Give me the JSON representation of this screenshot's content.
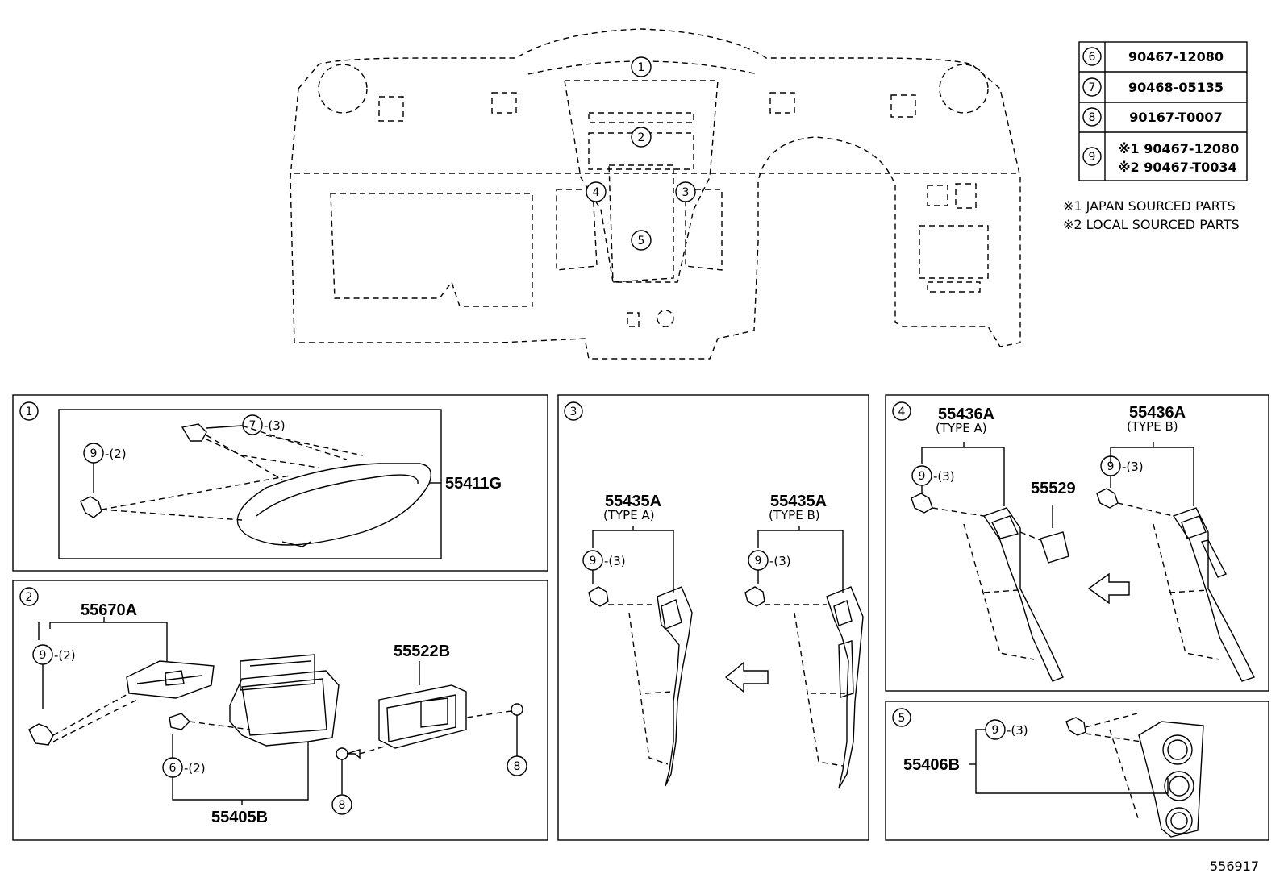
{
  "callouts": {
    "c1": "1",
    "c2": "2",
    "c3": "3",
    "c4": "4",
    "c5": "5",
    "c6": "6",
    "c7": "7",
    "c8": "8",
    "c9": "9"
  },
  "legend_table": [
    {
      "ref": "6",
      "line1": "90467-12080",
      "line2": ""
    },
    {
      "ref": "7",
      "line1": "90468-05135",
      "line2": ""
    },
    {
      "ref": "8",
      "line1": "90167-T0007",
      "line2": ""
    },
    {
      "ref": "9",
      "line1": "※1 90467-12080",
      "line2": "※2 90467-T0034"
    }
  ],
  "notes": [
    "※1 JAPAN SOURCED PARTS",
    "※2 LOCAL SOURCED PARTS"
  ],
  "panel1": {
    "part": "55411G",
    "q7": "-(3)",
    "q9": "-(2)"
  },
  "panel2": {
    "part_a": "55670A",
    "part_b": "55522B",
    "part_c": "55405B",
    "q9": "-(2)",
    "q6": "-(2)"
  },
  "panel3": {
    "part_a": "55435A",
    "type_a": "(TYPE A)",
    "part_b": "55435A",
    "type_b": "(TYPE B)",
    "q9a": "-(3)",
    "q9b": "-(3)"
  },
  "panel4": {
    "part_a": "55436A",
    "type_a": "(TYPE A)",
    "part_b": "55436A",
    "type_b": "(TYPE B)",
    "part_c": "55529",
    "q9a": "-(3)",
    "q9b": "-(3)"
  },
  "panel5": {
    "part": "55406B",
    "q9": "-(3)"
  },
  "diagram_id": "556917"
}
